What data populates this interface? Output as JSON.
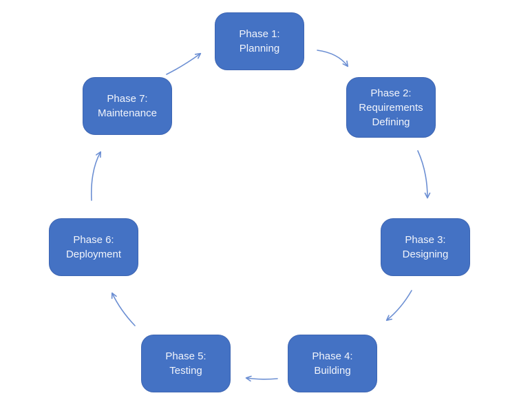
{
  "page": {
    "background": "#ffffff"
  },
  "colors": {
    "node_fill": "#4472C4",
    "node_border": "#3D65B2",
    "node_text": "#F1F4FB",
    "arrow": "#6C8FD3"
  },
  "diagram": {
    "type": "cycle",
    "nodes": [
      {
        "id": "phase-1",
        "lines": [
          "Phase 1:",
          "Planning"
        ]
      },
      {
        "id": "phase-2",
        "lines": [
          "Phase 2:",
          "Requirements",
          "Defining"
        ]
      },
      {
        "id": "phase-3",
        "lines": [
          "Phase 3:",
          "Designing"
        ]
      },
      {
        "id": "phase-4",
        "lines": [
          "Phase 4:",
          "Building"
        ]
      },
      {
        "id": "phase-5",
        "lines": [
          "Phase 5:",
          "Testing"
        ]
      },
      {
        "id": "phase-6",
        "lines": [
          "Phase 6:",
          "Deployment"
        ]
      },
      {
        "id": "phase-7",
        "lines": [
          "Phase 7:",
          "Maintenance"
        ]
      }
    ],
    "edges": [
      {
        "from": "phase-1",
        "to": "phase-2"
      },
      {
        "from": "phase-2",
        "to": "phase-3"
      },
      {
        "from": "phase-3",
        "to": "phase-4"
      },
      {
        "from": "phase-4",
        "to": "phase-5"
      },
      {
        "from": "phase-5",
        "to": "phase-6"
      },
      {
        "from": "phase-6",
        "to": "phase-7"
      },
      {
        "from": "phase-7",
        "to": "phase-1"
      }
    ]
  }
}
